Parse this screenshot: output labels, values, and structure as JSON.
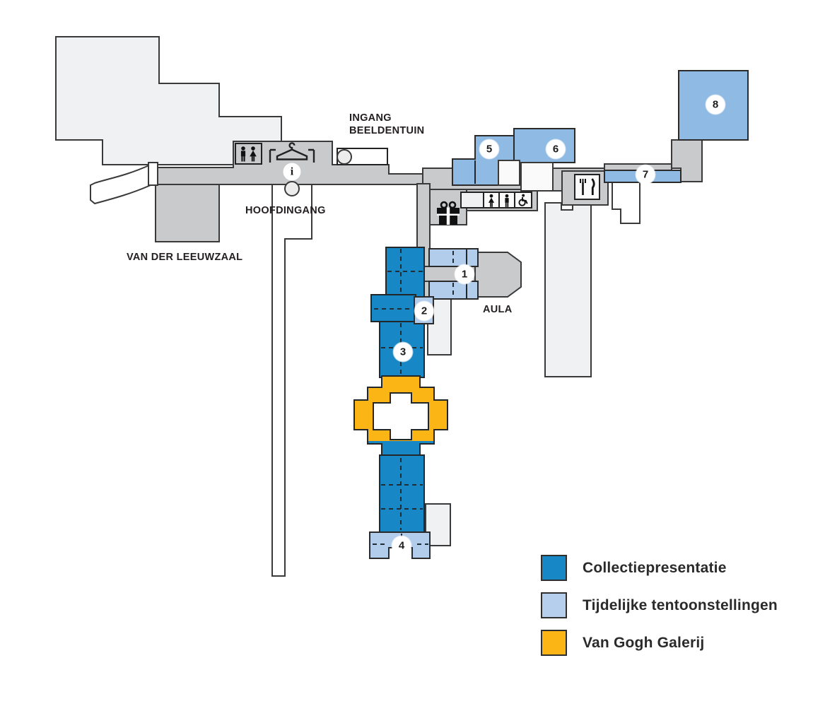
{
  "map": {
    "labels": {
      "ingang_line1": "INGANG",
      "ingang_line2": "BEELDENTUIN",
      "hoofdingang": "HOOFDINGANG",
      "van_der_leeuwzaal": "VAN DER LEEUWZAAL",
      "aula": "AULA"
    },
    "info_symbol": "i",
    "marker_numbers": [
      "1",
      "2",
      "3",
      "4",
      "5",
      "6",
      "7",
      "8"
    ],
    "icons": {
      "toilets": "man-and-woman-figures",
      "toilets_accessible": "woman-man-wheelchair-figures",
      "coat_check": "clothes-hanger",
      "information": "letter-i-in-circle",
      "gift_shop": "gift-box",
      "restaurant": "fork-and-knife",
      "entrance_door": "open-circle"
    }
  },
  "legend": {
    "items": [
      {
        "label": "Collectiepresentatie",
        "color": "#1787c6"
      },
      {
        "label": "Tijdelijke tentoonstellingen",
        "color": "#b5cfec"
      },
      {
        "label": "Van Gogh Galerij",
        "color": "#fbb515"
      }
    ]
  },
  "colors": {
    "collection_blue": "#1787c6",
    "temporary_hall_blue": "#8fbae3",
    "temporary_room_blue": "#b2cdec",
    "van_gogh_orange": "#fbb515",
    "corridor_gray": "#c9cacc",
    "building_light_gray": "#f0f1f2",
    "outline": "#3a3a3a"
  }
}
